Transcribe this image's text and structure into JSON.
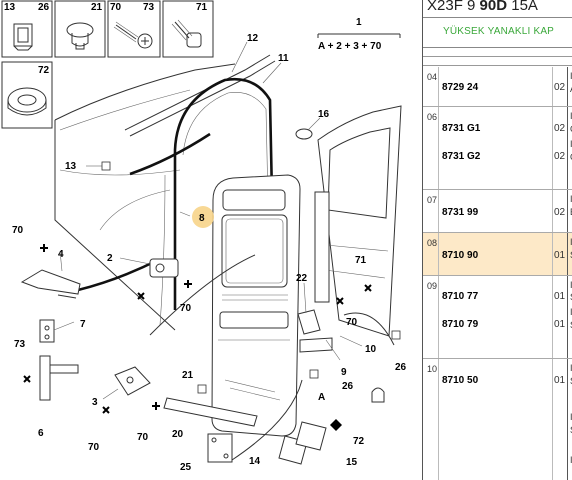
{
  "diagram": {
    "callouts": [
      "13",
      "26",
      "21",
      "70",
      "73",
      "71",
      "72",
      "1",
      "12",
      "11",
      "16",
      "13",
      "8",
      "70",
      "4",
      "2",
      "70",
      "7",
      "73",
      "6",
      "3",
      "70",
      "70",
      "21",
      "20",
      "25",
      "14",
      "15",
      "72",
      "22",
      "71",
      "70",
      "9",
      "10",
      "26",
      "26",
      "A"
    ],
    "formula": "A + 2 + 3 + 70",
    "formula_label": "1"
  },
  "panel": {
    "header_prefix": "X23F 9 ",
    "header_bold": "90D",
    "header_suffix": " 15A",
    "subtitle": "YÜKSEK YANAKLI KAP",
    "rows": [
      {
        "code": "04",
        "refs": [
          {
            "ref": "8729 24",
            "qty": "02"
          }
        ],
        "tail": [
          "I",
          "A"
        ]
      },
      {
        "code": "06",
        "refs": [
          {
            "ref": "8731 G1",
            "qty": "02"
          },
          {
            "ref": "8731 G2",
            "qty": "02"
          }
        ],
        "tail": [
          "I",
          "C",
          "I",
          "C"
        ]
      },
      {
        "code": "07",
        "refs": [
          {
            "ref": "8731 99",
            "qty": "02"
          }
        ],
        "tail": [
          "I",
          "E"
        ]
      },
      {
        "code": "08",
        "refs": [
          {
            "ref": "8710 90",
            "qty": "01"
          }
        ],
        "tail": [
          "I",
          "S"
        ]
      },
      {
        "code": "09",
        "refs": [
          {
            "ref": "8710 77",
            "qty": "01"
          },
          {
            "ref": "8710 79",
            "qty": "01"
          }
        ],
        "tail": [
          "I",
          "S",
          "I",
          "S"
        ]
      },
      {
        "code": "10",
        "refs": [
          {
            "ref": "8710 50",
            "qty": "01"
          }
        ],
        "tail": [
          "I",
          "S",
          "I",
          "S",
          "I"
        ]
      }
    ]
  }
}
